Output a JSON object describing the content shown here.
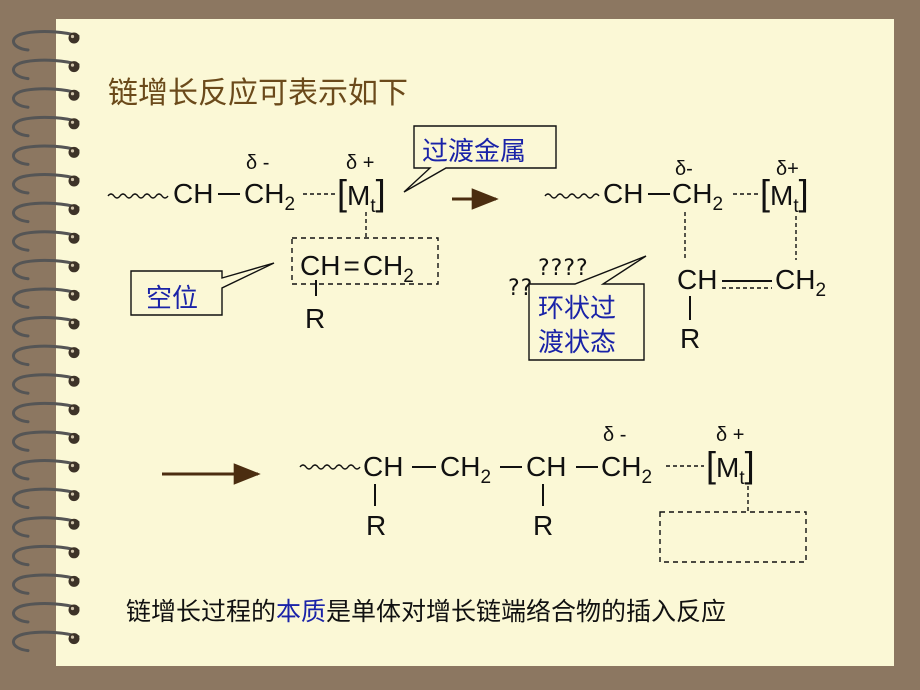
{
  "title": "链增长反应可表示如下",
  "callouts": {
    "transition_metal": "过渡金属",
    "vacancy": "空位",
    "cyclic_transition_line1": "环状过",
    "cyclic_transition_line2": "渡状态"
  },
  "question_marks": {
    "top": "????",
    "side": "??"
  },
  "chem": {
    "ch": "CH",
    "ch2_base": "CH",
    "two": "2",
    "m": "M",
    "t": "t",
    "r": "R",
    "double_bond": "=",
    "delta_minus": "δ -",
    "delta_plus": "δ +",
    "delta_minus_tight": "δ-",
    "delta_plus_tight": "δ+"
  },
  "summary": {
    "part1": "链增长过程的",
    "highlight": "本质",
    "part2": "是单体对增长链端络合物的插入反应"
  },
  "colors": {
    "background": "#8c7761",
    "paper": "#fbf8d6",
    "title": "#6b4a1b",
    "callout_text": "#1a23a8",
    "arrow": "#4b2d10",
    "ring": "#555555"
  }
}
